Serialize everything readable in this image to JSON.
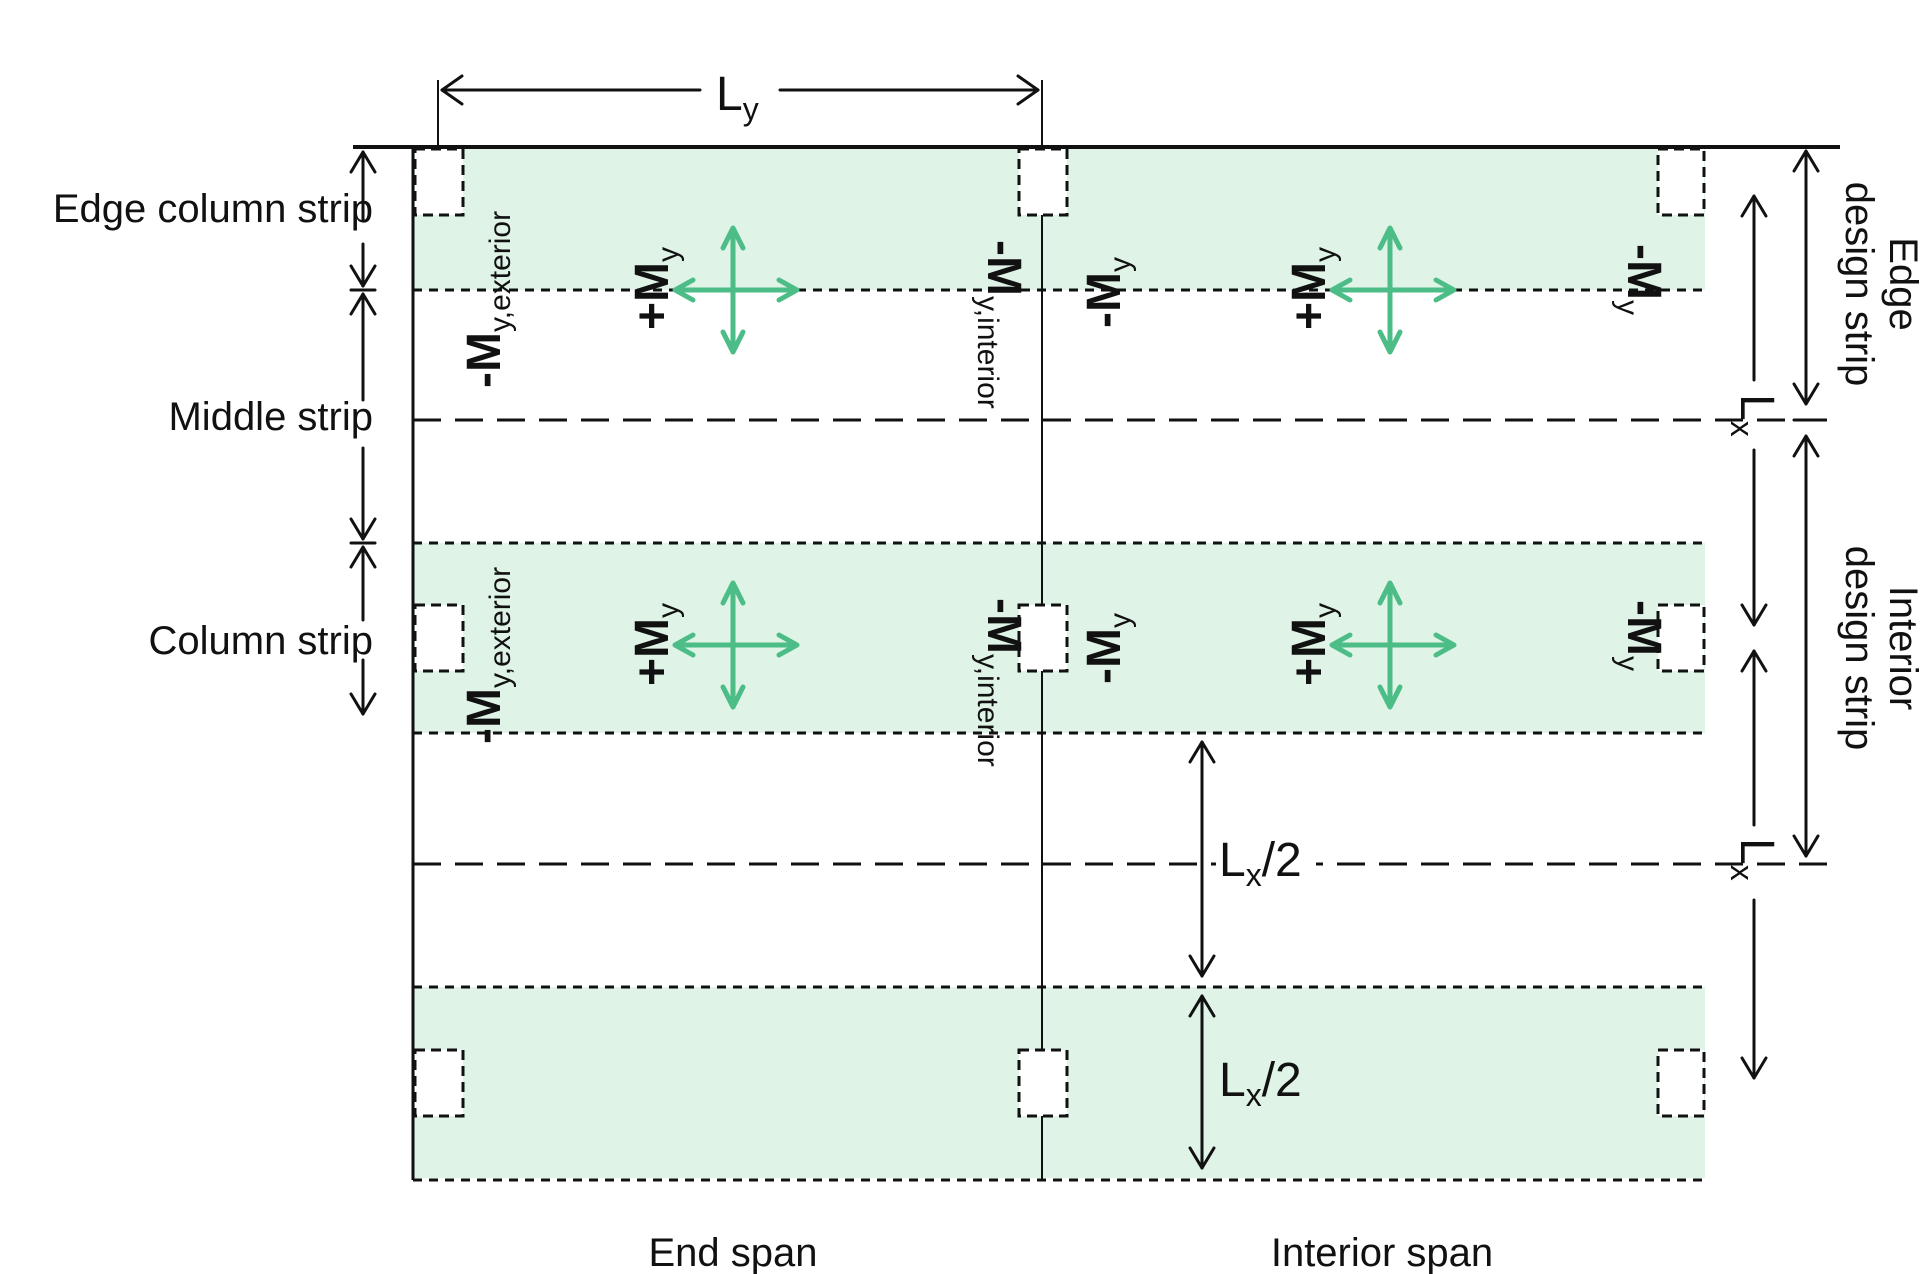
{
  "colors": {
    "strip_fill": "#dff3e7",
    "moment_arrow": "#4cbd86",
    "line": "#111111"
  },
  "dimensions": {
    "ly": "L",
    "ly_sub": "y",
    "lx": "L",
    "lx_sub": "x",
    "lx_half_a": "L",
    "lx_half_a_sub": "x",
    "lx_half_a_tail": "/2",
    "lx_half_b": "L",
    "lx_half_b_sub": "x",
    "lx_half_b_tail": "/2"
  },
  "strip_labels": {
    "edge_column_strip": "Edge column strip",
    "middle_strip": "Middle strip",
    "column_strip": "Column strip"
  },
  "design_strips": {
    "edge": [
      "Edge",
      "design strip"
    ],
    "interior": [
      "Interior",
      "design strip"
    ]
  },
  "spans": {
    "end": "End span",
    "interior": "Interior span"
  },
  "moments": {
    "minus_m": "-M",
    "plus_m": "+M",
    "sub_y": "y",
    "sub_exterior": "y,exterior",
    "sub_interior": "y,interior"
  }
}
